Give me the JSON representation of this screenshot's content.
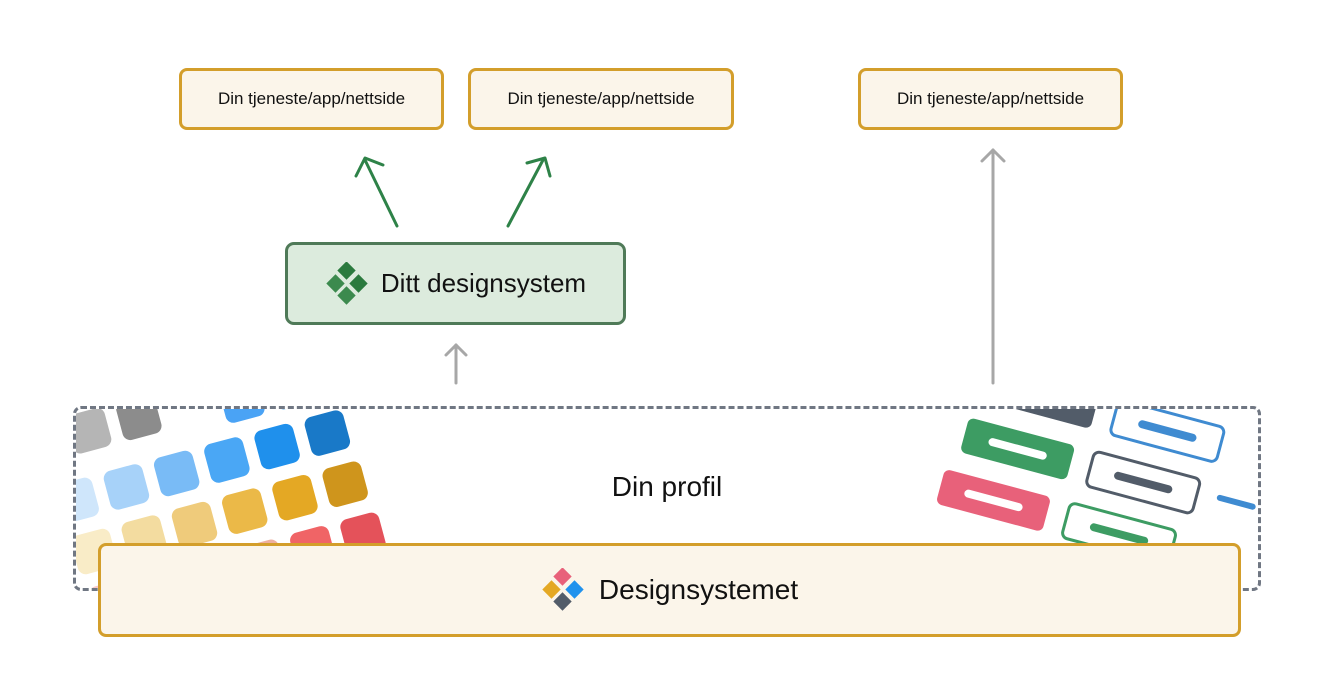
{
  "services": [
    {
      "label": "Din tjeneste/app/nettside"
    },
    {
      "label": "Din tjeneste/app/nettside"
    },
    {
      "label": "Din tjeneste/app/nettside"
    }
  ],
  "own_design_system": {
    "label": "Ditt designsystem",
    "icon": "green-diamond-logo-icon"
  },
  "profile": {
    "label": "Din profil"
  },
  "designsystemet": {
    "label": "Designsystemet",
    "icon": "designsystemet-multicolor-logo-icon"
  },
  "colors": {
    "service_fill": "#fbf5ea",
    "service_border": "#d39e2b",
    "own_ds_fill": "#dcebdd",
    "own_ds_border": "#4f7a58",
    "green_arrow": "#2e8248",
    "gray_arrow": "#a7a7a7",
    "dashed_border": "#707783"
  },
  "swatch_colors": {
    "row1": [
      "#b5b5b5",
      "#8c8c8c",
      "#4aa3f5",
      "#2192ed"
    ],
    "row2": [
      "#cfe6fb",
      "#a7d2f9",
      "#79bbf6",
      "#4aa7f5",
      "#1f90ec",
      "#1979c8"
    ],
    "row3": [
      "#f9ecc7",
      "#f3dca0",
      "#efcb7b",
      "#ebb948",
      "#e4a824",
      "#cf951c"
    ],
    "row4": [
      "#f9c8c8",
      "#f3a6a8",
      "#ee8488",
      "#f06466",
      "#e4525a",
      "#d95b5e"
    ]
  }
}
